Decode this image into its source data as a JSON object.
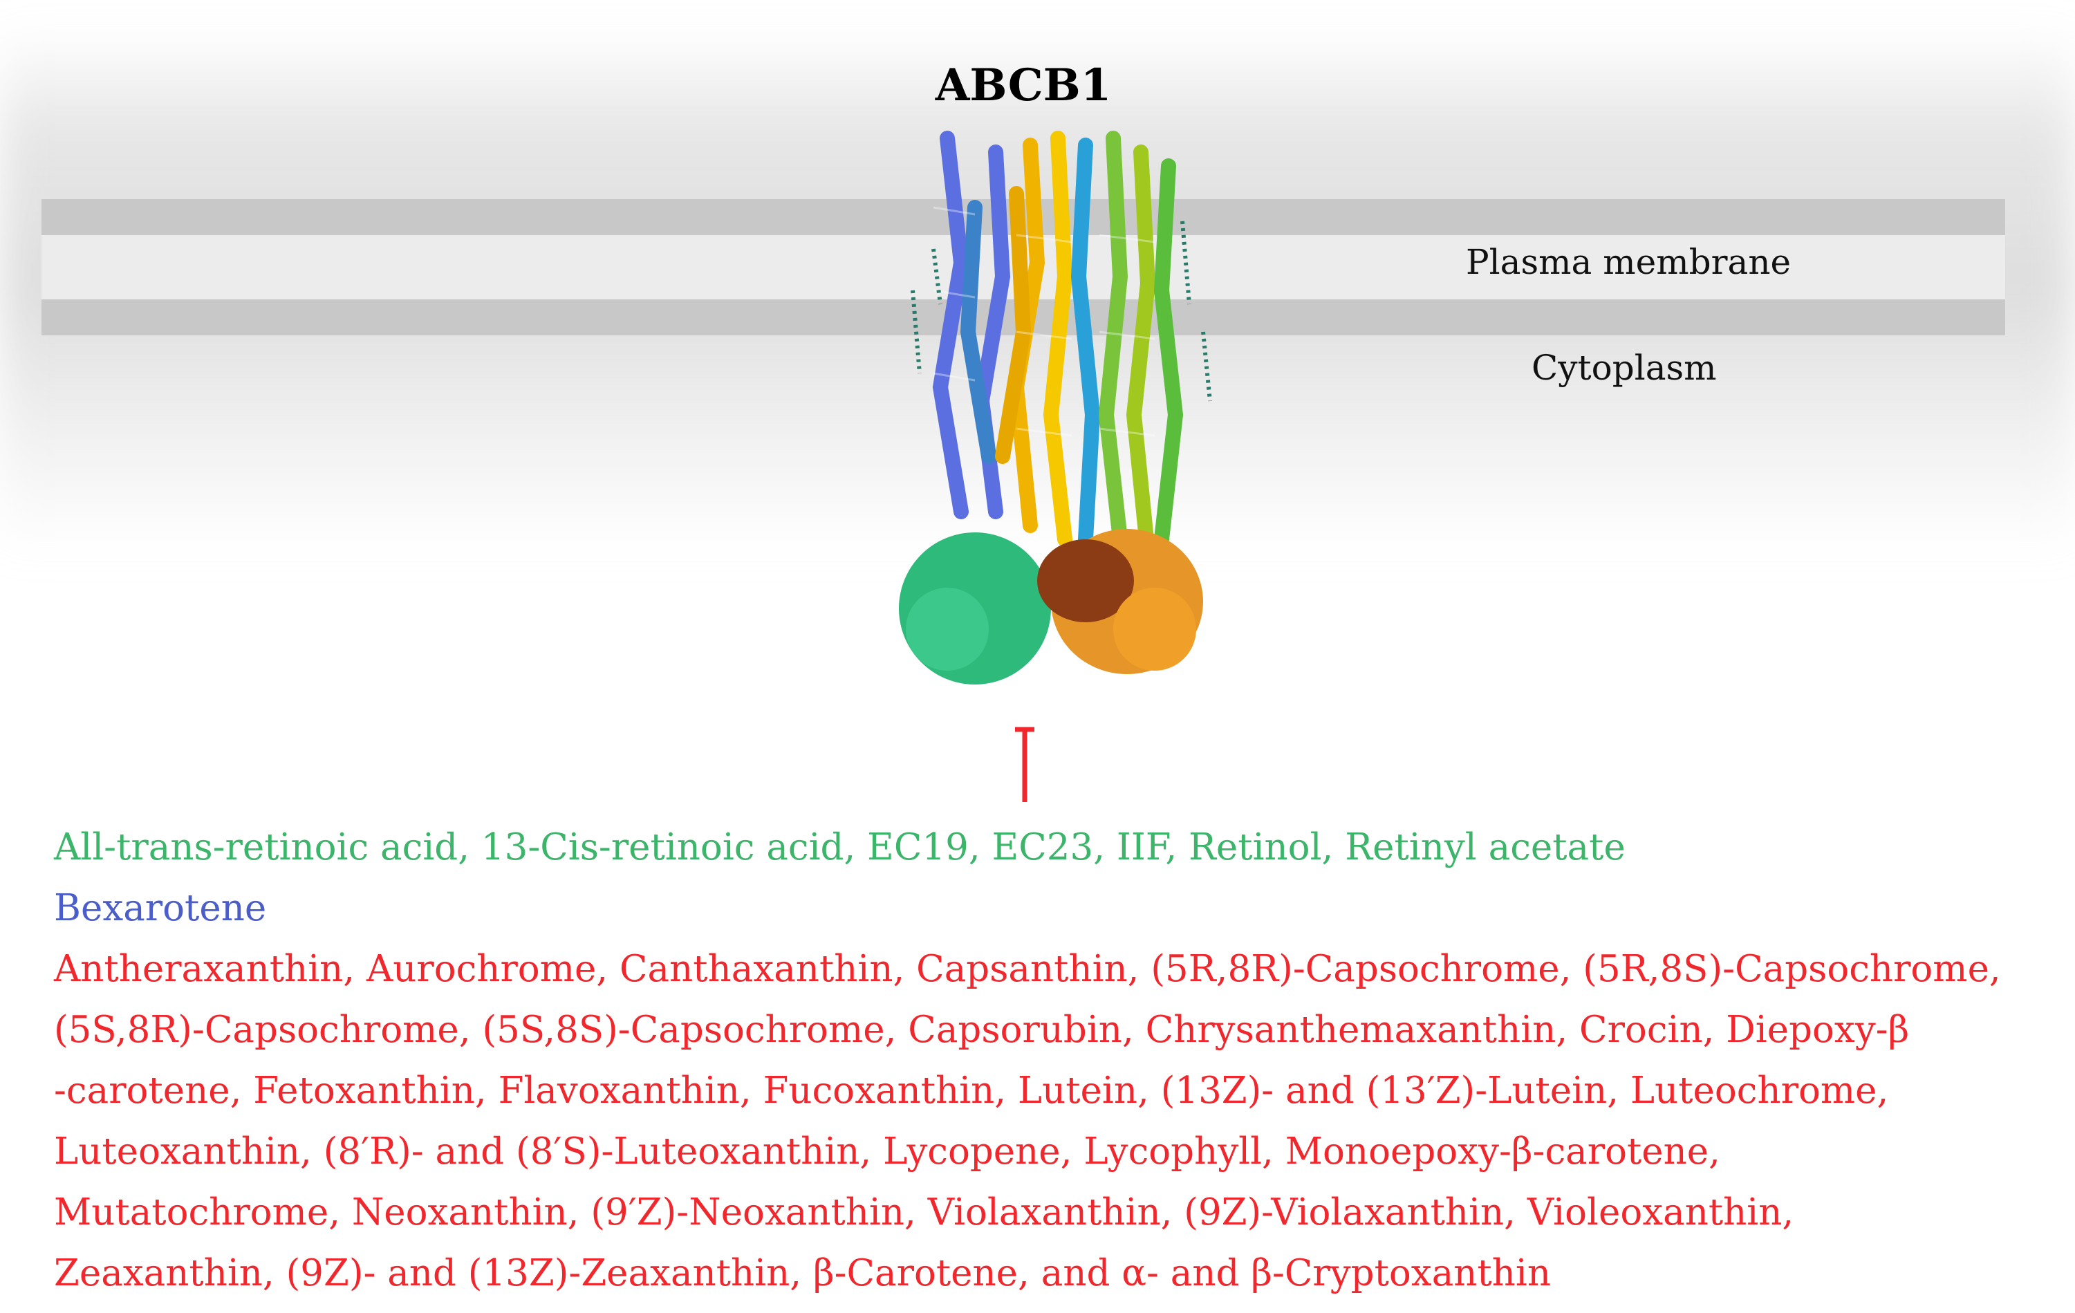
{
  "title": "ABCB1",
  "labels": {
    "membrane": "Plasma membrane",
    "cytoplasm": "Cytoplasm"
  },
  "colors": {
    "retinoids": "#3cb46a",
    "rexinoid": "#4a5dc9",
    "carotenoids": "#f0282d",
    "inhibition_arrow": "#f0282d",
    "membrane": "#c8c8c8"
  },
  "text": {
    "retinoids_line": "All-trans-retinoic acid, 13-Cis-retinoic acid, EC19, EC23, IIF, Retinol, Retinyl acetate",
    "rexinoid_line": "Bexarotene",
    "carotenoid_lines": [
      "Antheraxanthin, Aurochrome, Canthaxanthin, Capsanthin, (5R,8R)-Capsochrome, (5R,8S)-Capsochrome,",
      "(5S,8R)-Capsochrome, (5S,8S)-Capsochrome, Capsorubin, Chrysanthemaxanthin, Crocin, Diepoxy-β",
      "-carotene, Fetoxanthin, Flavoxanthin, Fucoxanthin, Lutein, (13Z)- and (13′Z)-Lutein, Luteochrome,",
      " Luteoxanthin, (8′R)- and (8′S)-Luteoxanthin, Lycopene, Lycophyll, Monoepoxy-β-carotene,",
      " Mutatochrome, Neoxanthin, (9′Z)-Neoxanthin, Violaxanthin, (9Z)-Violaxanthin, Violeoxanthin,",
      " Zeaxanthin, (9Z)- and (13Z)-Zeaxanthin, β-Carotene, and α- and β-Cryptoxanthin"
    ]
  }
}
